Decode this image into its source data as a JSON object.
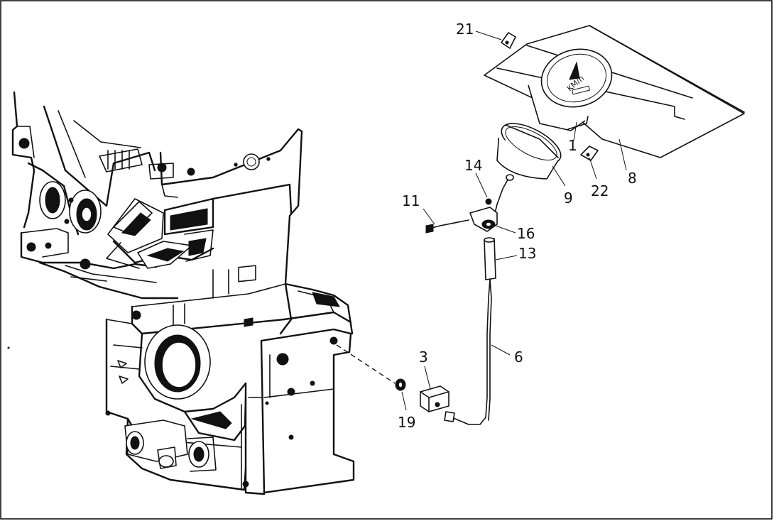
{
  "diagram": {
    "gauge_unit_text": "KM/h",
    "callouts": [
      {
        "id": "1",
        "text": "1"
      },
      {
        "id": "3",
        "text": "3"
      },
      {
        "id": "6",
        "text": "6"
      },
      {
        "id": "8",
        "text": "8"
      },
      {
        "id": "9",
        "text": "9"
      },
      {
        "id": "11",
        "text": "11"
      },
      {
        "id": "13",
        "text": "13"
      },
      {
        "id": "14",
        "text": "14"
      },
      {
        "id": "16",
        "text": "16"
      },
      {
        "id": "19",
        "text": "19"
      },
      {
        "id": "21",
        "text": "21"
      },
      {
        "id": "22",
        "text": "22"
      }
    ]
  }
}
